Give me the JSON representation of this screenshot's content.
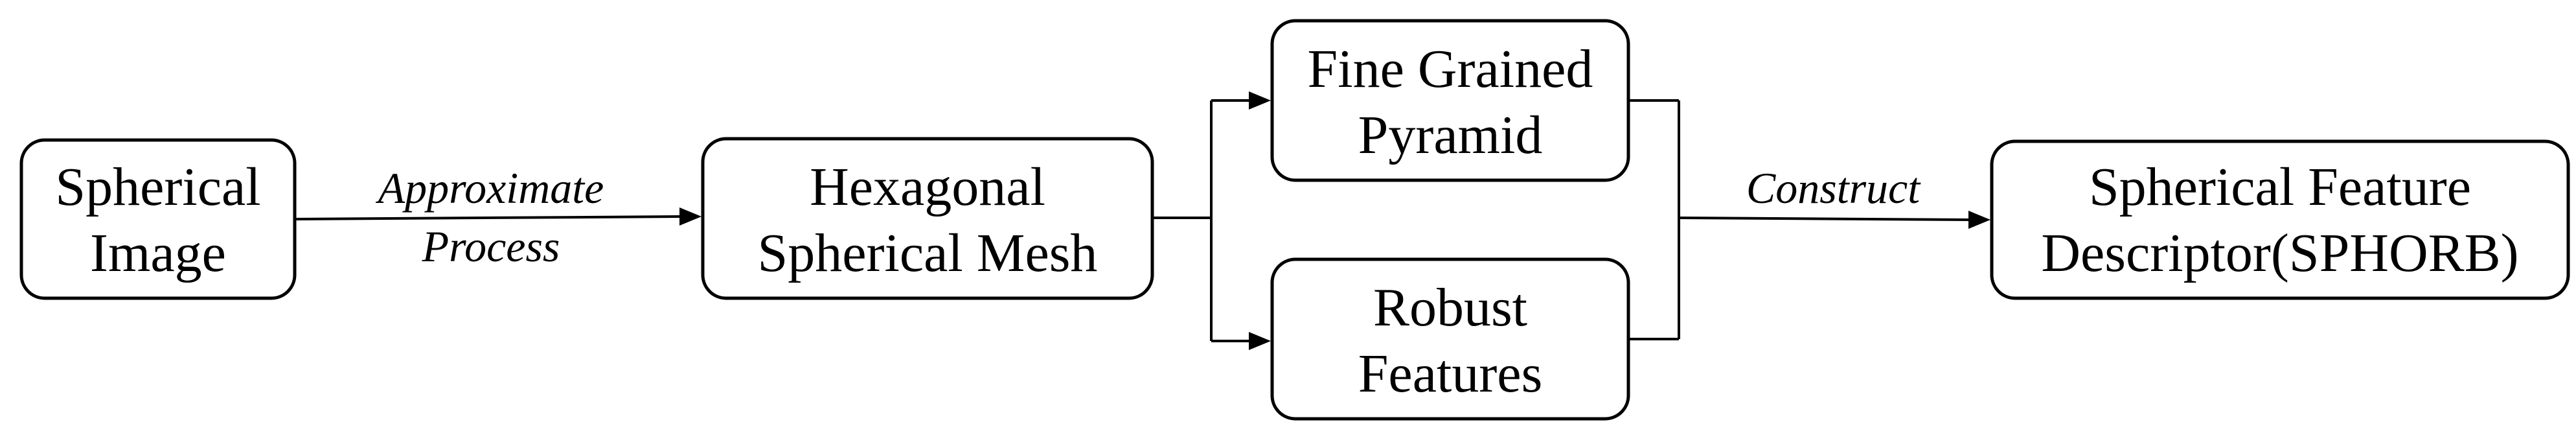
{
  "nodes": {
    "spherical_image": {
      "line1": "Spherical",
      "line2": "Image"
    },
    "hexagonal_mesh": {
      "line1": "Hexagonal",
      "line2": "Spherical Mesh"
    },
    "fine_grained_pyramid": {
      "line1": "Fine Grained",
      "line2": "Pyramid"
    },
    "robust_features": {
      "line1": "Robust",
      "line2": "Features"
    },
    "feature_descriptor": {
      "line1": "Spherical Feature",
      "line2": "Descriptor(SPHORB)"
    }
  },
  "edges": {
    "approximate_process": {
      "line1": "Approximate",
      "line2": "Process"
    },
    "construct": {
      "line1": "Construct"
    }
  },
  "colors": {
    "stroke": "#000000",
    "background": "#ffffff"
  }
}
